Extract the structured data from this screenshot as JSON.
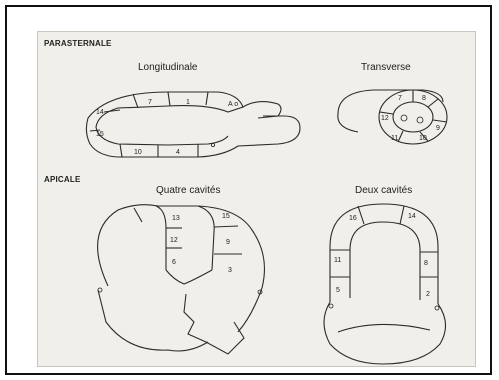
{
  "sections": {
    "parasternal": "PARASTERNALE",
    "apical": "APICALE"
  },
  "views": {
    "longitudinal": {
      "title": "Longitudinale",
      "segments": [
        "14",
        "7",
        "1",
        "15",
        "10",
        "4"
      ],
      "aorta_label": "A o"
    },
    "transverse": {
      "title": "Transverse",
      "segments": [
        "7",
        "8",
        "12",
        "9",
        "11",
        "10"
      ]
    },
    "four_chamber": {
      "title": "Quatre cavités",
      "segments": [
        "13",
        "15",
        "12",
        "9",
        "6",
        "3"
      ]
    },
    "two_chamber": {
      "title": "Deux cavités",
      "segments": [
        "16",
        "14",
        "11",
        "8",
        "5",
        "2"
      ]
    }
  }
}
